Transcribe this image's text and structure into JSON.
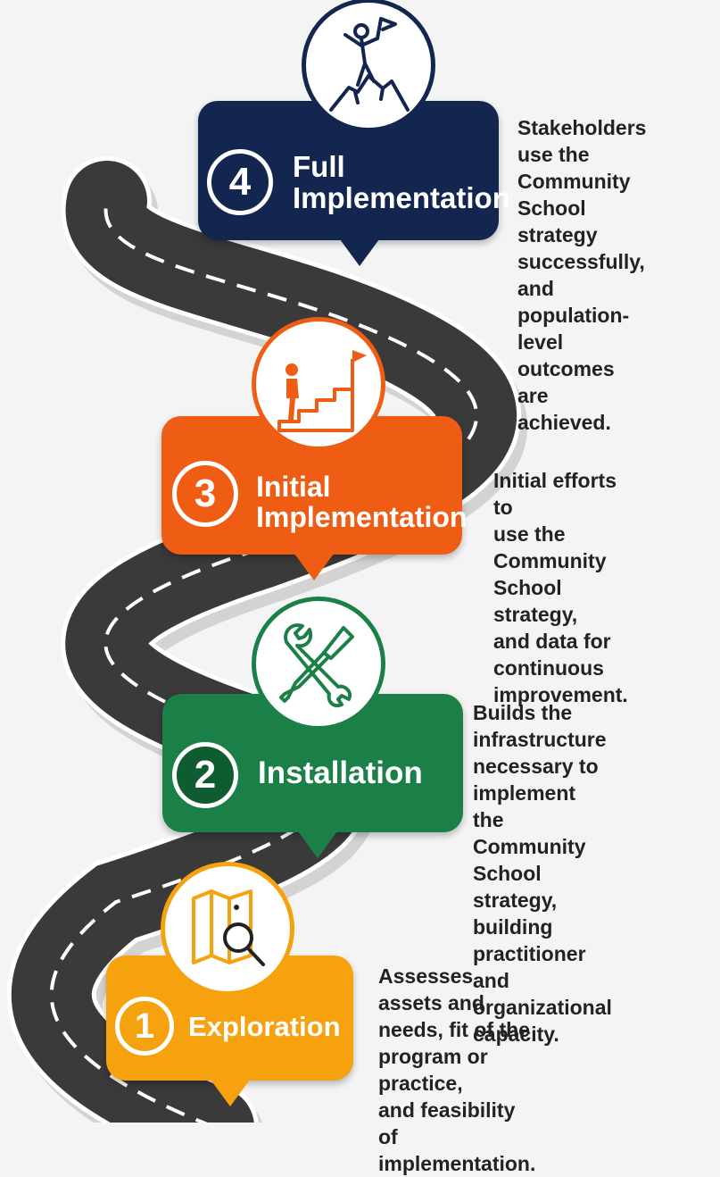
{
  "stages": [
    {
      "number": "4",
      "title_line1": "Full",
      "title_line2": "Implementation",
      "description": "Stakeholders use the\nCommunity School\nstrategy successfully,\nand population-level\noutcomes are\nachieved.",
      "color": "#12264f",
      "icon": "summit-flag-icon"
    },
    {
      "number": "3",
      "title_line1": "Initial",
      "title_line2": "Implementation",
      "description": "Initial efforts to\nuse the Community\nSchool strategy,\nand data for\ncontinuous\nimprovement.",
      "color": "#ef5d14",
      "icon": "stairs-climb-icon"
    },
    {
      "number": "2",
      "title_line1": "Installation",
      "title_line2": "",
      "description": "Builds the infrastructure\nnecessary to implement\nthe Community School\nstrategy, building\npractitioner and\norganizational\ncapacity.",
      "color": "#1b8048",
      "icon": "wrench-screwdriver-icon"
    },
    {
      "number": "1",
      "title_line1": "Exploration",
      "title_line2": "",
      "description": "Assesses assets and\nneeds, fit of the\nprogram or practice,\nand feasibility of\nimplementation.",
      "color": "#f5a20e",
      "icon": "map-search-icon"
    }
  ],
  "road": {
    "asphalt_color": "#3a3a3a",
    "edge_color": "#ffffff",
    "dash_color": "#ffffff"
  }
}
